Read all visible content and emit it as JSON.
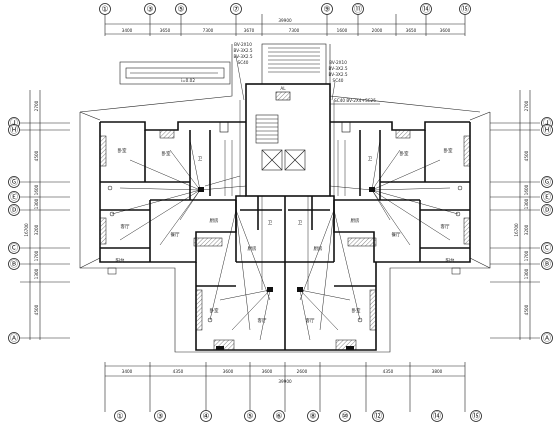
{
  "drawing": {
    "axes_top": [
      "①",
      "③",
      "⑤",
      "⑦",
      "⑨",
      "⑪",
      "⑭",
      "⑮"
    ],
    "axes_bottom": [
      "①",
      "③",
      "④",
      "⑤",
      "⑥",
      "⑧",
      "⑩",
      "⑫",
      "⑭",
      "⑮"
    ],
    "axes_left": [
      "Ⓙ",
      "Ⓗ",
      "Ⓖ",
      "Ⓔ",
      "Ⓓ",
      "Ⓒ",
      "Ⓑ",
      "Ⓐ"
    ],
    "axes_right": [
      "Ⓙ",
      "Ⓗ",
      "Ⓖ",
      "Ⓔ",
      "Ⓓ",
      "Ⓒ",
      "Ⓑ",
      "Ⓐ"
    ],
    "top_dims": [
      "3400",
      "3650",
      "7300",
      "3670",
      "7300",
      "1600",
      "2000",
      "3650",
      "3600"
    ],
    "top_total": "39900",
    "bottom_dims": [
      "3400",
      "4350",
      "3600",
      "3600",
      "2600",
      "4350",
      "3800"
    ],
    "bottom_total": "39900",
    "left_dims": [
      "2700",
      "1600",
      "4500",
      "1600",
      "1300",
      "3200",
      "1700",
      "1300",
      "4500"
    ],
    "left_total": "16700",
    "right_dims": [
      "2700",
      "1600",
      "4500",
      "1600",
      "1300",
      "3200",
      "1700",
      "1300",
      "4500"
    ],
    "right_total": "16700",
    "cable_top_left": [
      "BV-2X10",
      "BV-3X2.5",
      "BV-3X2.5",
      "SC40"
    ],
    "cable_top_right": [
      "BV-2X10",
      "BV-3X2.5",
      "BV-3X2.5",
      "SC40"
    ],
    "cable_mid": "SC40 BV-2X4+SC25",
    "slope_label": "i=0.02",
    "panel_label": "AL",
    "room_labels": {
      "bedroom": "卧室",
      "living": "客厅",
      "kitchen": "厨房",
      "bath": "卫",
      "dining": "餐厅",
      "balcony": "阳台"
    }
  }
}
